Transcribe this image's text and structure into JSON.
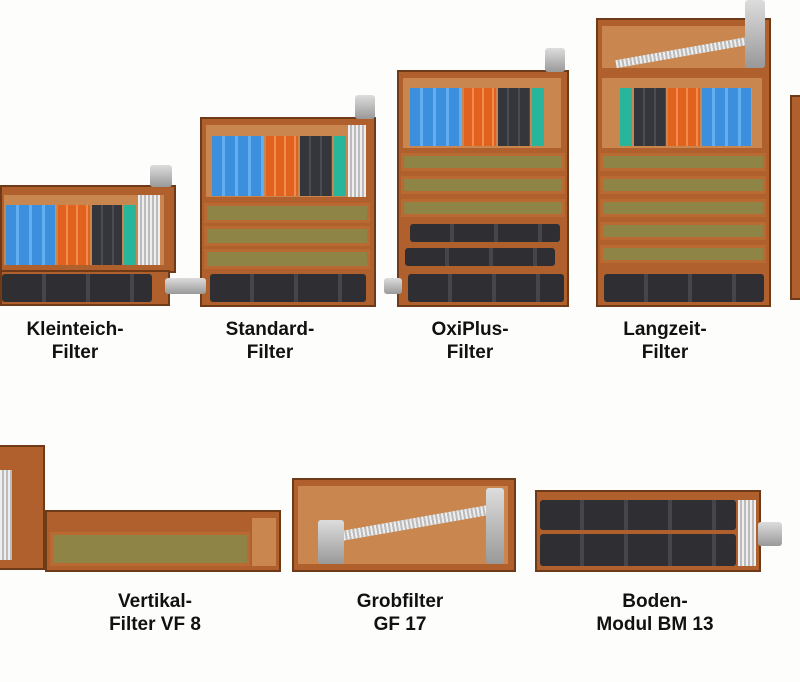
{
  "labels": {
    "kleinteich": [
      "Kleinteich-",
      "Filter"
    ],
    "standard": [
      "Standard-",
      "Filter"
    ],
    "oxiplus": [
      "OxiPlus-",
      "Filter"
    ],
    "langzeit": [
      "Langzeit-",
      "Filter"
    ],
    "vertikal": [
      "Vertikal-",
      "Filter VF 8"
    ],
    "grob": [
      "Grobfilter",
      "GF 17"
    ],
    "boden": [
      "Boden-",
      "Modul BM 13"
    ]
  },
  "colors": {
    "frame": "#b0602c",
    "blue": "#3b8fdc",
    "orange": "#e0621e",
    "teal": "#27b59c",
    "foam": "#2e2e33"
  }
}
